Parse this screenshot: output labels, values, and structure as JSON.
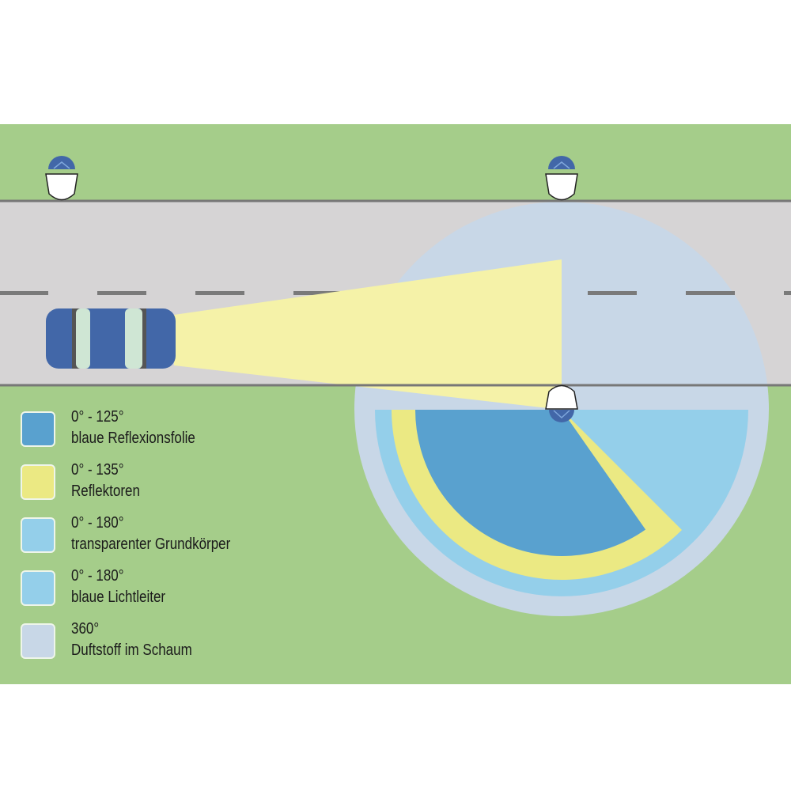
{
  "colors": {
    "grass": "#a5cd8a",
    "road": "#d6d4d5",
    "foam": "#c8d7e7",
    "light_blue": "#94cfea",
    "yellow": "#ebe983",
    "beam": "#f5f2a8",
    "blue_foil": "#59a1cf",
    "car": "#4267a8"
  },
  "legend": [
    {
      "range": "0° - 125°",
      "label": "blaue Reflexionsfolie",
      "color": "#59a1cf"
    },
    {
      "range": "0° - 135°",
      "label": "Reflektoren",
      "color": "#ebe983"
    },
    {
      "range": "0° - 180°",
      "label": "transparenter Grundkörper",
      "color": "#94cfea"
    },
    {
      "range": "0° - 180°",
      "label": "blaue Lichtleiter",
      "color": "#94cfea"
    },
    {
      "range": "360°",
      "label": "Duftstoff im Schaum",
      "color": "#c8d7e7"
    }
  ],
  "angles": {
    "blue_foil_deg": 125,
    "reflector_deg": 135,
    "body_deg": 180,
    "lightguide_deg": 180,
    "foam_deg": 360
  }
}
